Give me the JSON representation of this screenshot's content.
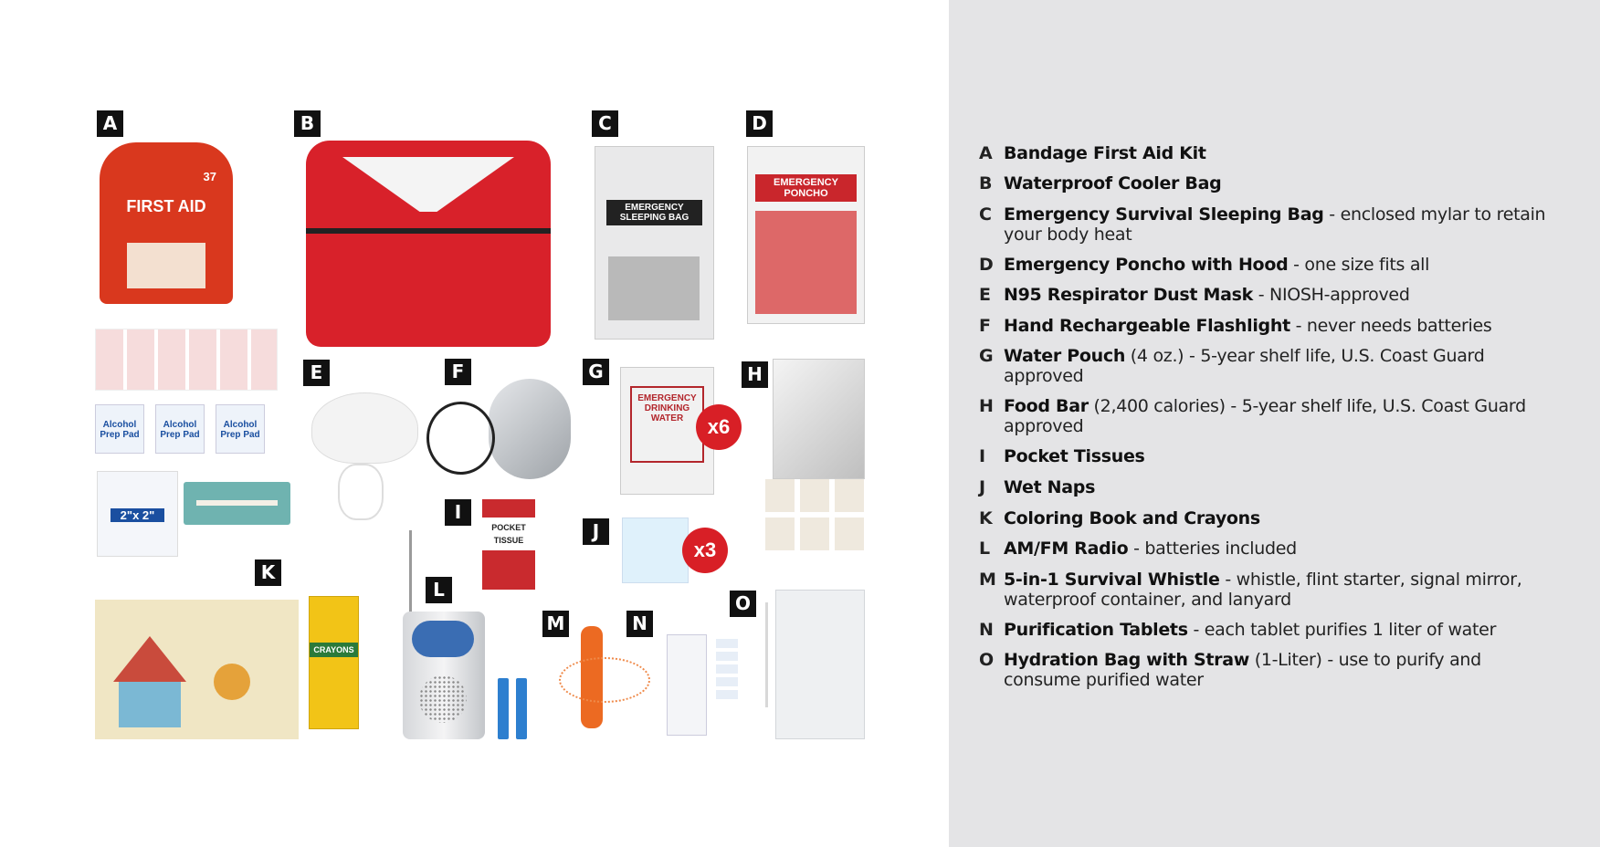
{
  "items": [
    {
      "letter": "A",
      "name": "Bandage First Aid Kit",
      "detail": ""
    },
    {
      "letter": "B",
      "name": "Waterproof Cooler Bag",
      "detail": ""
    },
    {
      "letter": "C",
      "name": "Emergency Survival Sleeping Bag",
      "detail": " - enclosed mylar to retain your body heat"
    },
    {
      "letter": "D",
      "name": "Emergency Poncho with Hood",
      "detail": " - one size fits all"
    },
    {
      "letter": "E",
      "name": "N95 Respirator Dust Mask",
      "detail": " - NIOSH-approved"
    },
    {
      "letter": "F",
      "name": "Hand Rechargeable Flashlight",
      "detail": " - never needs batteries"
    },
    {
      "letter": "G",
      "name": "Water Pouch",
      "detail": " (4 oz.) - 5-year shelf life, U.S. Coast Guard approved"
    },
    {
      "letter": "H",
      "name": "Food Bar",
      "detail": " (2,400 calories) - 5-year shelf life, U.S. Coast Guard approved"
    },
    {
      "letter": "I",
      "name": "Pocket Tissues",
      "detail": ""
    },
    {
      "letter": "J",
      "name": "Wet Naps",
      "detail": ""
    },
    {
      "letter": "K",
      "name": "Coloring Book and Crayons",
      "detail": ""
    },
    {
      "letter": "L",
      "name": "AM/FM Radio",
      "detail": " - batteries included"
    },
    {
      "letter": "M",
      "name": "5-in-1 Survival Whistle",
      "detail": " - whistle, flint starter, signal mirror, waterproof container, and lanyard"
    },
    {
      "letter": "N",
      "name": "Purification Tablets",
      "detail": " - each tablet purifies 1 liter of water"
    },
    {
      "letter": "O",
      "name": "Hydration Bag with Straw",
      "detail": " (1-Liter) - use to purify and consume purified water"
    }
  ],
  "badges": {
    "water_qty": "x6",
    "wetnap_qty": "x3"
  },
  "product_text": {
    "first_aid": "FIRST AID",
    "first_aid_count": "37",
    "sleeping_bag": "EMERGENCY SLEEPING BAG",
    "poncho": "EMERGENCY PONCHO",
    "alcohol": "Alcohol Prep Pad",
    "gauze": "2\"x 2\"",
    "water": "EMERGENCY DRINKING WATER",
    "tissue": "POCKET TISSUE",
    "crayons": "CRAYONS"
  },
  "colors": {
    "accent_red": "#d81f26",
    "panel_bg": "#e4e4e6",
    "tag_bg": "#111111"
  }
}
